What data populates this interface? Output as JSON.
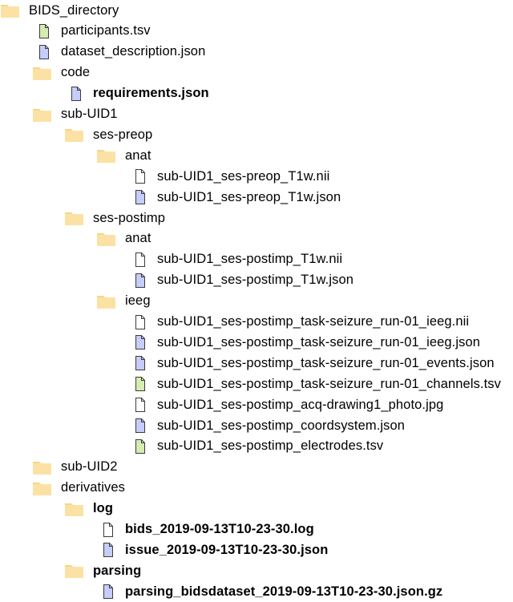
{
  "tree": [
    {
      "label": "BIDS_directory",
      "type": "folder",
      "depth": 0
    },
    {
      "label": "participants.tsv",
      "type": "file",
      "color": "green",
      "depth": 1
    },
    {
      "label": "dataset_description.json",
      "type": "file",
      "color": "blue",
      "depth": 1
    },
    {
      "label": "code",
      "type": "folder",
      "depth": 1
    },
    {
      "label": "requirements.json",
      "type": "file",
      "color": "blue",
      "depth": 2,
      "bold": true
    },
    {
      "label": "sub-UID1",
      "type": "folder",
      "depth": 1
    },
    {
      "label": "ses-preop",
      "type": "folder",
      "depth": 2
    },
    {
      "label": "anat",
      "type": "folder",
      "depth": 3
    },
    {
      "label": "sub-UID1_ses-preop_T1w.nii",
      "type": "file",
      "color": "white",
      "depth": 4
    },
    {
      "label": "sub-UID1_ses-preop_T1w.json",
      "type": "file",
      "color": "blue",
      "depth": 4
    },
    {
      "label": "ses-postimp",
      "type": "folder",
      "depth": 2
    },
    {
      "label": "anat",
      "type": "folder",
      "depth": 3
    },
    {
      "label": "sub-UID1_ses-postimp_T1w.nii",
      "type": "file",
      "color": "white",
      "depth": 4
    },
    {
      "label": "sub-UID1_ses-postimp_T1w.json",
      "type": "file",
      "color": "blue",
      "depth": 4
    },
    {
      "label": "ieeg",
      "type": "folder",
      "depth": 3
    },
    {
      "label": "sub-UID1_ses-postimp_task-seizure_run-01_ieeg.nii",
      "type": "file",
      "color": "white",
      "depth": 4
    },
    {
      "label": "sub-UID1_ses-postimp_task-seizure_run-01_ieeg.json",
      "type": "file",
      "color": "blue",
      "depth": 4
    },
    {
      "label": "sub-UID1_ses-postimp_task-seizure_run-01_events.json",
      "type": "file",
      "color": "blue",
      "depth": 4
    },
    {
      "label": "sub-UID1_ses-postimp_task-seizure_run-01_channels.tsv",
      "type": "file",
      "color": "green",
      "depth": 4
    },
    {
      "label": "sub-UID1_ses-postimp_acq-drawing1_photo.jpg",
      "type": "file",
      "color": "white",
      "depth": 4
    },
    {
      "label": "sub-UID1_ses-postimp_coordsystem.json",
      "type": "file",
      "color": "blue",
      "depth": 4
    },
    {
      "label": "sub-UID1_ses-postimp_electrodes.tsv",
      "type": "file",
      "color": "green",
      "depth": 4
    },
    {
      "label": "sub-UID2",
      "type": "folder",
      "depth": 1
    },
    {
      "label": "derivatives",
      "type": "folder",
      "depth": 1
    },
    {
      "label": "log",
      "type": "folder",
      "depth": 2,
      "bold": true
    },
    {
      "label": "bids_2019-09-13T10-23-30.log",
      "type": "file",
      "color": "white",
      "depth": 3,
      "bold": true
    },
    {
      "label": "issue_2019-09-13T10-23-30.json",
      "type": "file",
      "color": "blue",
      "depth": 3,
      "bold": true
    },
    {
      "label": "parsing",
      "type": "folder",
      "depth": 2,
      "bold": true
    },
    {
      "label": "parsing_bidsdataset_2019-09-13T10-23-30.json.gz",
      "type": "file",
      "color": "blue",
      "depth": 3,
      "bold": true
    }
  ],
  "colors": {
    "folder_fill": "#fbe2a4",
    "folder_tab": "#f6d58a",
    "file_blue": "#c6cdfa",
    "file_green": "#d6ecb2",
    "file_white": "#ffffff",
    "file_stroke": "#3b3b3b"
  }
}
